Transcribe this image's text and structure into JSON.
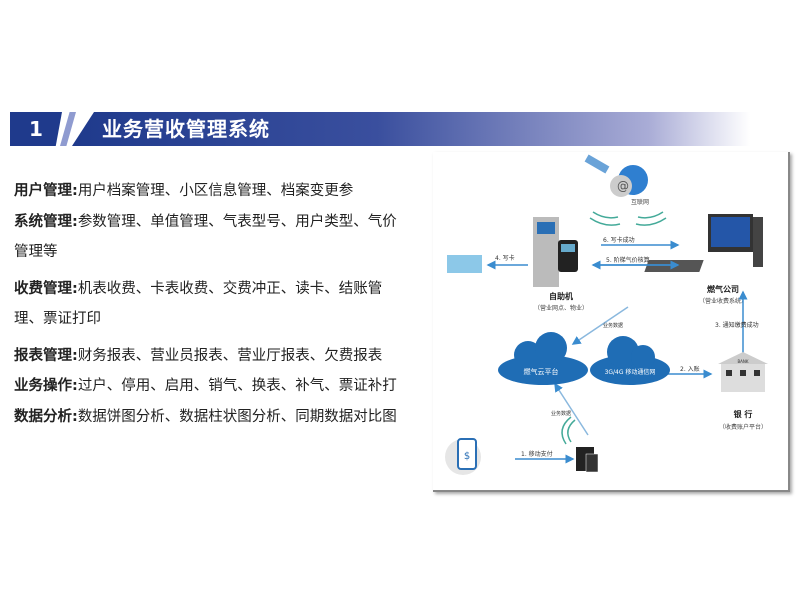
{
  "header": {
    "number": "1",
    "title": "业务营收管理系统"
  },
  "features": [
    {
      "label": "用户管理",
      "sep": ":",
      "text": "用户档案管理、小区信息管理、档案变更参"
    },
    {
      "label": "系统管理",
      "sep": ":",
      "text": "参数管理、单值管理、气表型号、用户类型、气价管理等"
    },
    {
      "label": "收费管理",
      "sep": ":",
      "text": "机表收费、卡表收费、交费冲正、读卡、结账管理、票证打印"
    },
    {
      "label": "报表管理",
      "sep": ":",
      "text": "财务报表、营业员报表、营业厅报表、欠费报表"
    },
    {
      "label": "业务操作",
      "sep": ":",
      "text": "过户、停用、启用、销气、换表、补气、票证补打"
    },
    {
      "label": "数据分析",
      "sep": ":",
      "text": "数据饼图分析、数据柱状图分析、同期数据对比图"
    }
  ],
  "diagram": {
    "internet": "互联网",
    "kiosk": "自助机",
    "kiosk_sub": "（营业网点、物业）",
    "gas_company": "燃气公司",
    "gas_company_sub": "（营业收费系统）",
    "cloud": "燃气云平台",
    "mobile_net": "3G/4G 移动通信网",
    "bank": "银 行",
    "bank_sub": "（收费账户平台）",
    "bank_sign": "BANK",
    "step1": "1. 移动支付",
    "step2": "2. 入账",
    "step3": "3. 通知缴费成功",
    "step4": "4. 写卡",
    "step5": "5. 阶梯气价核算",
    "step6": "6. 写卡成功",
    "biz_data_1": "业务数据",
    "biz_data_2": "业务数据"
  }
}
